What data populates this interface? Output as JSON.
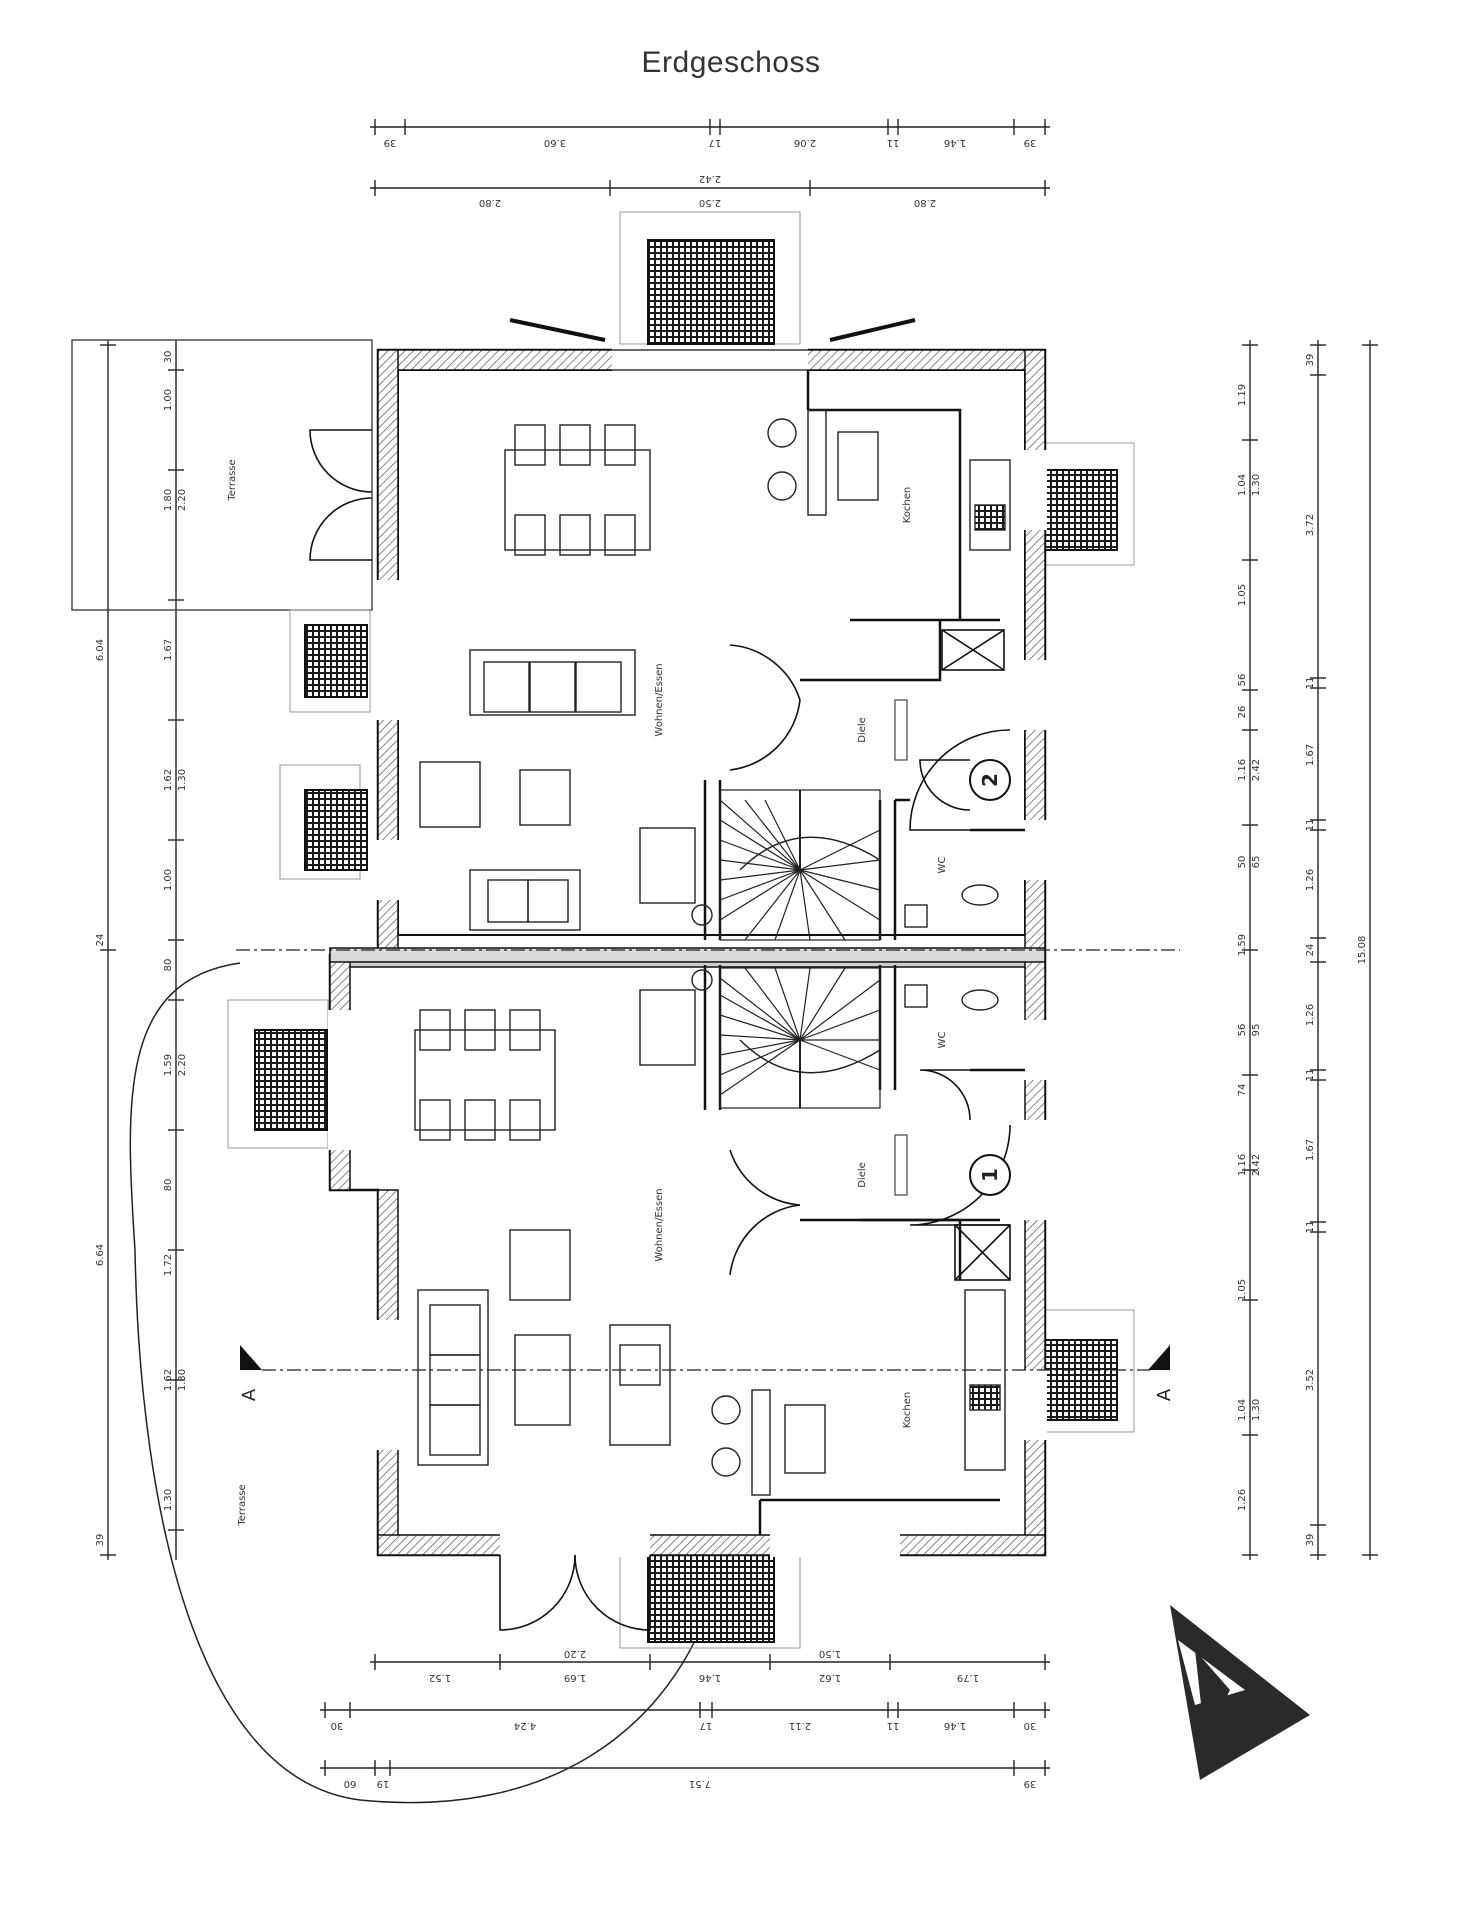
{
  "title": "Erdgeschoss",
  "rooms": {
    "upper_wohnen": "Wohnen/Essen",
    "upper_kochen": "Kochen",
    "upper_diele": "Diele",
    "upper_wc": "WC",
    "upper_terrasse": "Terrasse",
    "lower_wohnen": "Wohnen/Essen",
    "lower_kochen": "Kochen",
    "lower_diele": "Diele",
    "lower_wc": "WC",
    "lower_terrasse": "Terrasse"
  },
  "unit_numbers": {
    "unit1": "1",
    "unit2": "2"
  },
  "section_marker": "A",
  "dims": {
    "top1": [
      "39",
      "3.60",
      "17",
      "2.06",
      "11",
      "1.46",
      "39"
    ],
    "top2": [
      "2.80",
      "2.50",
      "2.42",
      "2.80"
    ],
    "bottom1": [
      "1.52",
      "1.69",
      "2.20",
      "1.46",
      "1.50",
      "1.62",
      "1.79"
    ],
    "bottom2": [
      "30",
      "4.24",
      "17",
      "2.11",
      "11",
      "1.46",
      "30"
    ],
    "bottom3": [
      "60",
      "19",
      "7.51",
      "39"
    ],
    "left_outer": [
      "6.04",
      "6.64"
    ],
    "left_inner": [
      "30",
      "1.00",
      "1.80",
      "2.20",
      "1.67",
      "1.62",
      "1.30",
      "1.00",
      "24",
      "80",
      "1.59",
      "2.20",
      "80",
      "1.72",
      "1.62",
      "1.30",
      "1.30",
      "39"
    ],
    "right_inner": [
      "1.19",
      "1.04",
      "1.30",
      "1.05",
      "56",
      "26",
      "1.16",
      "2.42",
      "50",
      "65",
      "1.59",
      "56",
      "95",
      "74",
      "1.16",
      "2.42",
      "1.05",
      "1.04",
      "1.30",
      "1.26"
    ],
    "right_mid": [
      "39",
      "3.72",
      "11",
      "1.67",
      "11",
      "1.26",
      "24",
      "1.26",
      "11",
      "1.67",
      "11",
      "3.52",
      "39"
    ],
    "right_outer": [
      "15.08"
    ]
  }
}
